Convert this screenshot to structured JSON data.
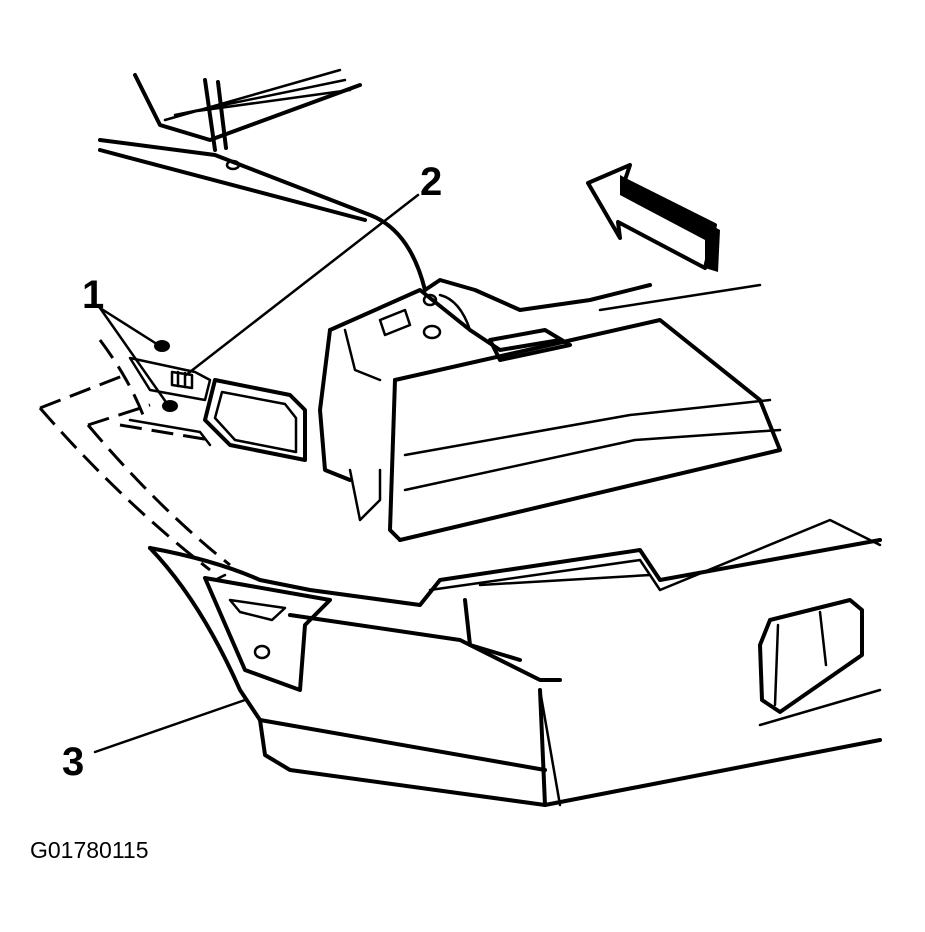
{
  "callouts": {
    "label_1": "1",
    "label_2": "2",
    "label_3": "3"
  },
  "figure_id": "G01780115",
  "icons": {
    "direction_arrow": "forward-arrow-icon"
  },
  "colors": {
    "ink": "#000000",
    "paper": "#ffffff"
  }
}
